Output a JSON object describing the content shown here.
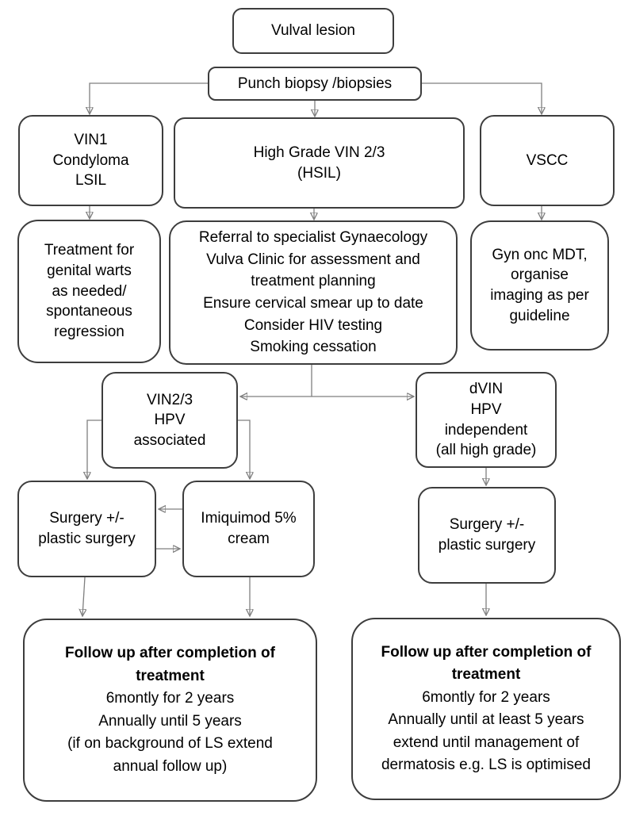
{
  "colors": {
    "background": "#ffffff",
    "box_fill": "#ffffff",
    "box_border": "#3d3d3d",
    "connector_line": "#7f7f7f",
    "arrowhead": "#1a1a1a",
    "text": "#000000"
  },
  "nodes": {
    "vulval_lesion": {
      "label": "Vulval lesion"
    },
    "punch_biopsy": {
      "label": "Punch biopsy /biopsies"
    },
    "vin1_condyloma_lsil": {
      "label": "VIN1\nCondyloma\nLSIL"
    },
    "high_grade_vin": {
      "label": "High Grade VIN 2/3\n(HSIL)"
    },
    "vscc": {
      "label": "VSCC"
    },
    "genital_warts_treatment": {
      "label": "Treatment for\ngenital warts\nas needed/\nspontaneous\nregression"
    },
    "specialist_referral": {
      "label": "Referral to specialist Gynaecology\nVulva Clinic for assessment and\ntreatment planning\nEnsure cervical smear up to date\nConsider HIV testing\nSmoking cessation"
    },
    "gyn_onc_mdt": {
      "label": "Gyn onc MDT,\norganise\nimaging as per\nguideline"
    },
    "vin23_hpv_associated": {
      "label": "VIN2/3\nHPV\nassociated"
    },
    "dvin_hpv_independent": {
      "label": "dVIN\nHPV\nindependent\n(all high grade)"
    },
    "surgery_hpv": {
      "label": "Surgery +/-\nplastic surgery"
    },
    "imiquimod_cream": {
      "label": "Imiquimod 5%\ncream"
    },
    "surgery_dvin": {
      "label": "Surgery +/-\nplastic surgery"
    },
    "followup_hpv": {
      "title": "Follow up after completion of\ntreatment",
      "body": "6montly for 2 years\nAnnually until 5 years\n(if on background of LS extend\nannual follow up)"
    },
    "followup_dvin": {
      "title": "Follow up after completion of\ntreatment",
      "body": "6montly for 2 years\nAnnually until at least 5 years\nextend until management of\ndermatosis e.g. LS is optimised"
    }
  }
}
